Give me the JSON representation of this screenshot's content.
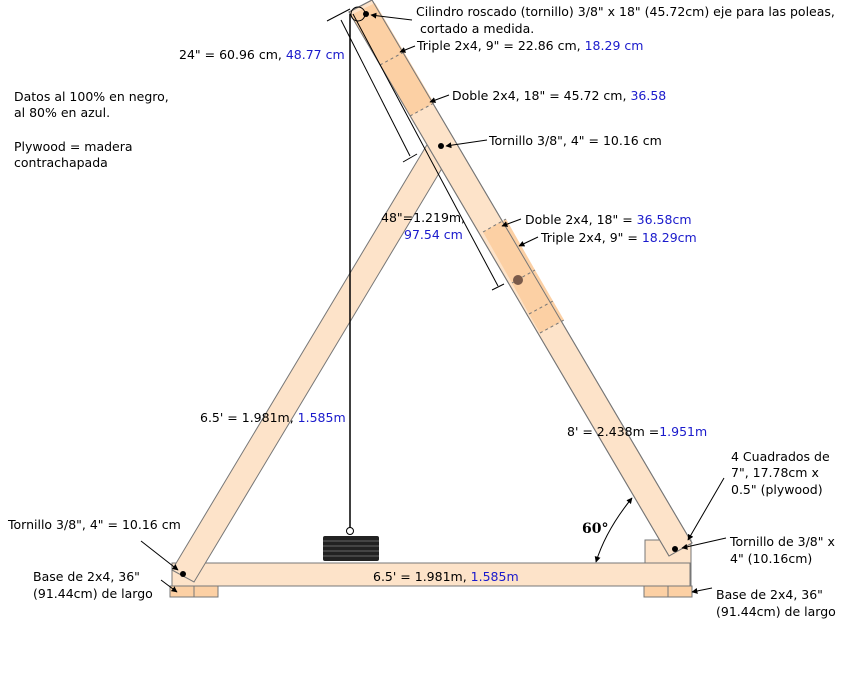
{
  "colors": {
    "wood": "#fde3c9",
    "wood_dark": "#fcd0a4",
    "edge": "#777777",
    "black": "#000000",
    "blue": "#1a1acc",
    "bolt": "#7a5a4a"
  },
  "notes": {
    "line1": "Datos al 100% en negro,",
    "line2": "al 80% en azul.",
    "line3": "Plywood = madera",
    "line4": "contrachapada"
  },
  "labels": {
    "axle_line1": "Cilindro roscado (tornillo) 3/8\" x 18\" (45.72cm) eje para las poleas,",
    "axle_line2": "cortado a medida.",
    "triple_top": "Triple 2x4, 9\" = 22.86 cm, ",
    "triple_top_blue": "18.29 cm",
    "doble_top": "Doble 2x4, 18\" = 45.72 cm, ",
    "doble_top_blue": "36.58",
    "bolt_apex": "Tornillo 3/8\", 4\" = 10.16 cm",
    "dim_24": "24\" = 60.96 cm, ",
    "dim_24_blue": "48.77 cm",
    "dim_48": "48\"=1.219m,",
    "dim_48_blue": "97.54 cm",
    "doble_mid": "Doble 2x4, 18\" = ",
    "doble_mid_blue": "36.58cm",
    "triple_mid": "Triple 2x4, 9\" = ",
    "triple_mid_blue": "18.29cm",
    "left_leg": "6.5' = 1.981m, ",
    "left_leg_blue": "1.585m",
    "right_leg": "8' = 2.438m =",
    "right_leg_blue": "1.951m",
    "base_beam": "6.5' = 1.981m, ",
    "base_beam_blue": "1.585m",
    "angle": "60°",
    "plywood_line1": "4 Cuadrados de",
    "plywood_line2": "7\", 17.78cm x",
    "plywood_line3": "0.5\" (plywood)",
    "bolt_left": "Tornillo 3/8\", 4\" = 10.16 cm",
    "bolt_right_line1": "Tornillo de 3/8\" x",
    "bolt_right_line2": "4\" (10.16cm)",
    "base_left_line1": "Base de 2x4, 36\"",
    "base_left_line2": "(91.44cm) de largo",
    "base_right_line1": "Base de 2x4, 36\"",
    "base_right_line2": "(91.44cm) de largo"
  }
}
